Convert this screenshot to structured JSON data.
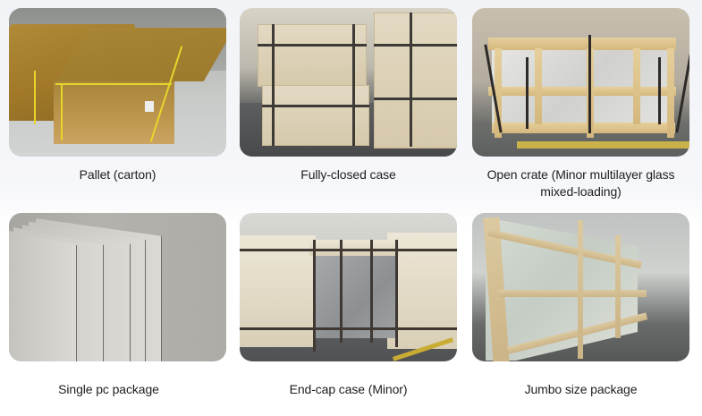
{
  "panels": [
    {
      "id": "pallet-carton",
      "caption": "Pallet (carton)"
    },
    {
      "id": "fully-closed-case",
      "caption": "Fully-closed case"
    },
    {
      "id": "open-crate",
      "caption_line1": "Open crate (Minor multilayer glass",
      "caption_line2": "mixed-loading)"
    },
    {
      "id": "single-pc-package",
      "caption": "Single pc package"
    },
    {
      "id": "end-cap-case",
      "caption": "End-cap case (Minor)"
    },
    {
      "id": "jumbo-size-package",
      "caption": "Jumbo size package"
    }
  ]
}
